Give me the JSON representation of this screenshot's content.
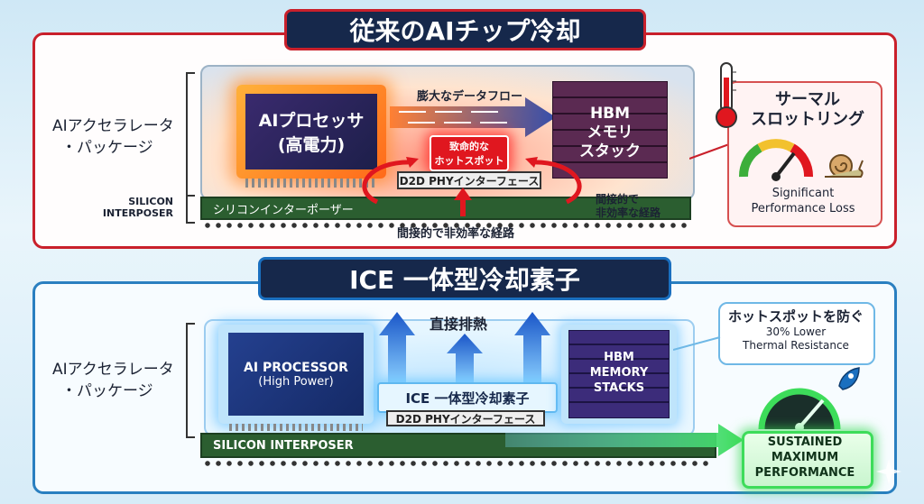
{
  "top": {
    "title": "従来のAIチップ冷却",
    "package_label_line1": "AIアクセラレータ",
    "package_label_line2": "・パッケージ",
    "interposer_side_line1": "SILICON",
    "interposer_side_line2": "INTERPOSER",
    "processor_line1": "AIプロセッサ",
    "processor_line2": "(高電力)",
    "dataflow_label": "膨大なデータフロー",
    "hbm_line1": "HBM",
    "hbm_line2": "メモリ",
    "hbm_line3": "スタック",
    "hotspot_line1": "致命的な",
    "hotspot_line2": "ホットスポット",
    "d2d_label": "D2D PHYインターフェース",
    "interposer_label": "シリコンインターポーザー",
    "indirect_bottom": "間接的で非効率な経路",
    "indirect_right_line1": "間接的で",
    "indirect_right_line2": "非効率な経路",
    "throttle_line1": "サーマル",
    "throttle_line2": "スロットリング",
    "perf_loss_line1": "Significant",
    "perf_loss_line2": "Performance Loss"
  },
  "bottom": {
    "title": "ICE 一体型冷却素子",
    "package_label_line1": "AIアクセラレータ",
    "package_label_line2": "・パッケージ",
    "processor_line1": "AI PROCESSOR",
    "processor_line2": "(High Power)",
    "exhaust_label": "直接排熱",
    "ice_label": "ICE 一体型冷却素子",
    "d2d_label": "D2D PHYインターフェース",
    "hbm_line1": "HBM",
    "hbm_line2": "MEMORY",
    "hbm_line3": "STACKS",
    "interposer_label": "SILICON INTERPOSER",
    "prevent_title": "ホットスポットを防ぐ",
    "prevent_line1": "30% Lower",
    "prevent_line2": "Thermal Resistance",
    "sustained_line1": "SUSTAINED",
    "sustained_line2": "MAXIMUM",
    "sustained_line3": "PERFORMANCE"
  },
  "icons": {
    "thermometer": "thermometer-icon",
    "gauge_red": "gauge-icon",
    "snail": "snail-icon",
    "gauge_green": "speedometer-icon",
    "rocket": "rocket-icon",
    "sparkle": "sparkle-icon"
  },
  "colors": {
    "danger_red": "#c9202b",
    "cool_blue": "#1a6fbf",
    "navy": "#16284b",
    "green_glow": "#3ddc5a"
  }
}
